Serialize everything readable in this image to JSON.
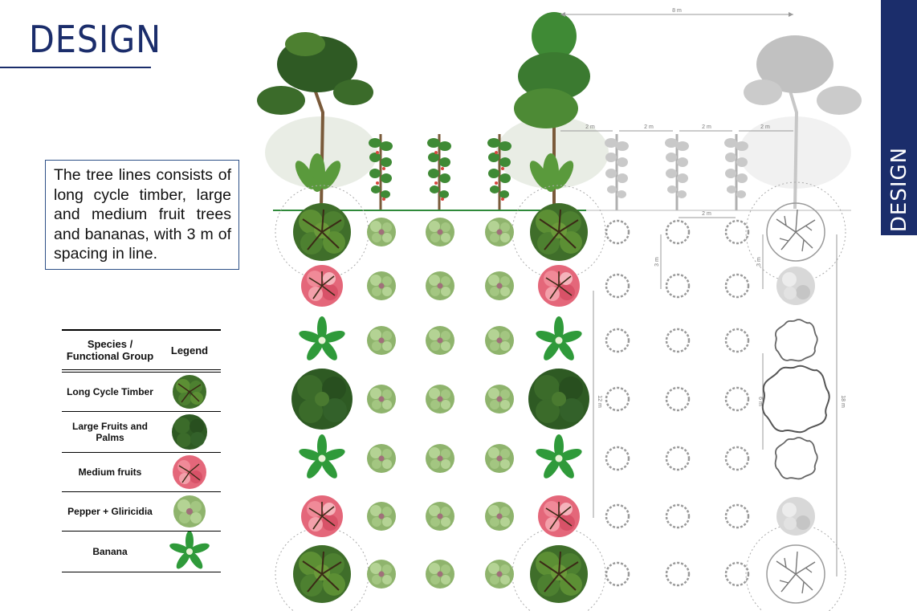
{
  "slide": {
    "title": "DESIGN",
    "side_label": "DESIGN",
    "accent_color": "#1b2d6b",
    "description": "The tree lines consists of  long cycle timber, large and medium fruit trees and bananas, with 3 m of spacing in line."
  },
  "legend": {
    "header_species": "Species / Functional Group",
    "header_legend": "Legend",
    "rows": [
      {
        "label": "Long Cycle Timber",
        "icon": "timber-canopy-icon",
        "color": "#4f7d2e"
      },
      {
        "label": "Large Fruits and Palms",
        "icon": "large-fruit-canopy-icon",
        "color": "#2f5a24"
      },
      {
        "label": "Medium fruits",
        "icon": "medium-fruit-canopy-icon",
        "color": "#e4677a"
      },
      {
        "label": "Pepper + Gliricidia",
        "icon": "pepper-gliricidia-icon",
        "color": "#9dc27a"
      },
      {
        "label": "Banana",
        "icon": "banana-icon",
        "color": "#2f9a3a"
      }
    ]
  },
  "dimensions": {
    "top_span": "8 m",
    "in_line_spacing": [
      "2 m",
      "2 m",
      "2 m",
      "2 m"
    ],
    "plan_spacing": "2 m",
    "row_spacing_a": "3 m",
    "row_spacing_b": "3 m",
    "span_12": "12 m",
    "span_6": "6 m",
    "span_18": "18 m"
  }
}
